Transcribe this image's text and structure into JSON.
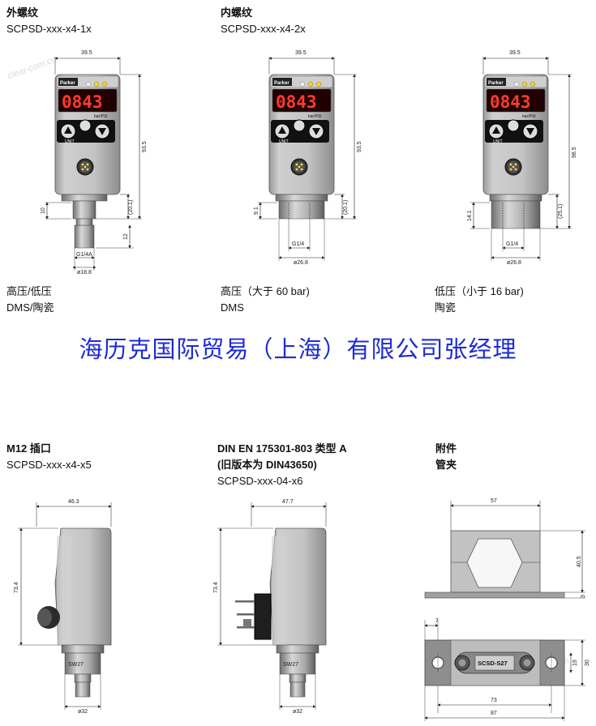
{
  "top_labels": [
    {
      "title": "外螺纹",
      "model": "SCPSD-xxx-x4-1x"
    },
    {
      "title": "内螺纹",
      "model": "SCPSD-xxx-x4-2x"
    }
  ],
  "mid_labels": [
    {
      "line1": "高压/低压",
      "line2": "DMS/陶瓷"
    },
    {
      "line1": "高压（大于  60 bar)",
      "line2": "DMS"
    },
    {
      "line1": "低压（小于 16 bar)",
      "line2": "陶瓷"
    }
  ],
  "banner": "海历克国际贸易（上海）有限公司张经理",
  "bottom_labels": {
    "m12": {
      "title": "M12 插口",
      "model": "SCPSD-xxx-x4-x5"
    },
    "din": {
      "title": "DIN EN 175301-803 类型 A",
      "subtitle": "(旧版本为 DIN43650)",
      "model": "SCPSD-xxx-04-x6"
    },
    "acc": {
      "title": "附件",
      "subtitle": "管夹"
    }
  },
  "sensor": {
    "display": "0843",
    "unit": "bar/PSI",
    "unit_label": "UNIT",
    "brand": "Parker"
  },
  "dims": {
    "s1": {
      "width": "39.5",
      "height": "93.5",
      "a": "10",
      "b": "(20.1)",
      "c": "12",
      "thread": "G1/4A",
      "dia": "ø18.8"
    },
    "s2": {
      "width": "39.5",
      "height": "93.5",
      "a": "9.1",
      "b": "(20.1)",
      "thread": "G1/4",
      "dia": "ø26.8"
    },
    "s3": {
      "width": "39.5",
      "height": "98.5",
      "a": "14.1",
      "b": "(25.1)",
      "thread": "G1/4",
      "dia": "ø26.8"
    },
    "m12": {
      "width": "46.3",
      "height": "73.4",
      "sw": "SW27",
      "dia": "ø32"
    },
    "din": {
      "width": "47.7",
      "height": "73.4",
      "sw": "SW27",
      "dia": "ø32"
    },
    "clamp": {
      "w57": "57",
      "h40": "40.5",
      "h3": "3",
      "d7": "7",
      "h30": "30",
      "h19": "19",
      "w73": "73",
      "w87": "87",
      "label": "SCSD-S27"
    }
  },
  "watermark": "clear-com.cn"
}
